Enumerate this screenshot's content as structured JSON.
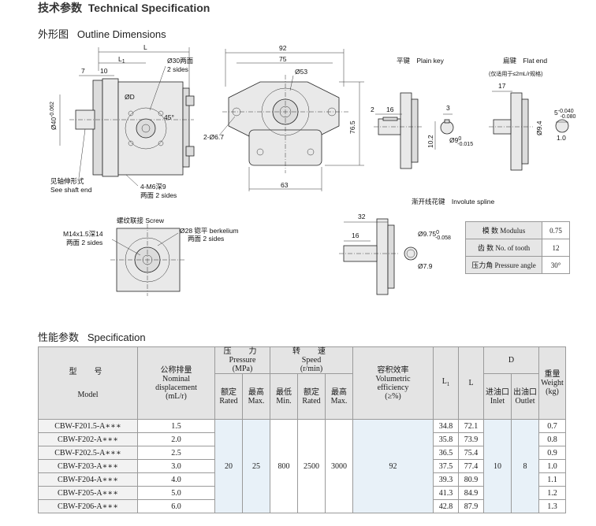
{
  "title": {
    "cn": "技术参数",
    "en": "Technical Specification"
  },
  "outline": {
    "cn": "外形图",
    "en": "Outline Dimensions"
  },
  "spec_heading": {
    "cn": "性能参数",
    "en": "Specification"
  },
  "drawing1": {
    "L": "L",
    "L1": "L",
    "L1_sub": "1",
    "d7": "7",
    "d10": "10",
    "d30": "Ø30两面",
    "d30b": "2 sides",
    "dD": "ØD",
    "a45": "45°",
    "d40": "Ø40",
    "d40tol": "-0.062",
    "shaft_cn": "见轴伸形式",
    "shaft_en": "See shaft end",
    "m6": "4-M6深9",
    "m6b": "两面 2 sides"
  },
  "drawing2": {
    "d92": "92",
    "d75": "75",
    "d53": "Ø53",
    "d67": "2-Ø6.7",
    "d765": "76.5",
    "d63": "63"
  },
  "plain_key": {
    "title_cn": "平键",
    "title_en": "Plain key",
    "d2": "2",
    "d16": "16",
    "d3": "3",
    "d102": "10.2",
    "d9": "Ø9",
    "d9tol_a": "0",
    "d9tol_b": "-0.015"
  },
  "flat_end": {
    "title_cn": "扁键",
    "title_en": "Flat end",
    "note": "(仅适用于≤2mL/r规格)",
    "d17": "17",
    "d5": "5",
    "d5tol_a": "-0.040",
    "d5tol_b": "-0.080",
    "d94": "Ø9.4",
    "d10": "1.0"
  },
  "screw": {
    "title": "螺纹联接 Screw",
    "m14": "M14x1.5深14",
    "m14b": "两面 2 sides",
    "d28": "Ø28 锪平 berkelium",
    "d28b": "两面 2 sides"
  },
  "spline": {
    "title_cn": "渐开线花键",
    "title_en": "Involute spline",
    "d32": "32",
    "d16": "16",
    "d975": "Ø9.75",
    "d975tol_a": "0",
    "d975tol_b": "-0.058",
    "d79": "Ø7.9",
    "table": [
      {
        "label": "模 数 Modulus",
        "value": "0.75"
      },
      {
        "label": "齿 数 No. of tooth",
        "value": "12"
      },
      {
        "label": "压力角 Pressure angle",
        "value": "30°"
      }
    ]
  },
  "spec_table": {
    "headers": {
      "model_cn": "型　号",
      "model_en": "Model",
      "disp_cn": "公称排量",
      "disp_en1": "Nominal",
      "disp_en2": "displacement",
      "disp_en3": "(mL/r)",
      "press_cn": "压　力",
      "press_en": "Pressure",
      "press_unit": "(MPa)",
      "rated_cn": "额定",
      "rated_en": "Rated",
      "max_cn": "最高",
      "max_en": "Max.",
      "speed_cn": "转　速",
      "speed_en": "Speed",
      "speed_unit": "(r/min)",
      "min_cn": "最低",
      "min_en": "Min.",
      "srated_cn": "额定",
      "srated_en": "Rated",
      "smax_cn": "最高",
      "smax_en": "Max.",
      "eff_cn": "容积效率",
      "eff_en1": "Volumetric",
      "eff_en2": "efficiency",
      "eff_en3": "(≥%)",
      "l1": "L",
      "l1_sub": "1",
      "l": "L",
      "d": "D",
      "inlet_cn": "进油口",
      "inlet_en": "Inlet",
      "outlet_cn": "出油口",
      "outlet_en": "Outlet",
      "weight_cn": "重量",
      "weight_en": "Weight",
      "weight_unit": "(kg)"
    },
    "rows": [
      {
        "model": "CBW-F201.5-A∗∗∗",
        "disp": "1.5",
        "l1": "34.8",
        "l": "72.1",
        "weight": "0.7"
      },
      {
        "model": "CBW-F202-A∗∗∗",
        "disp": "2.0",
        "l1": "35.8",
        "l": "73.9",
        "weight": "0.8"
      },
      {
        "model": "CBW-F202.5-A∗∗∗",
        "disp": "2.5",
        "l1": "36.5",
        "l": "75.4",
        "weight": "0.9"
      },
      {
        "model": "CBW-F203-A∗∗∗",
        "disp": "3.0",
        "l1": "37.5",
        "l": "77.4",
        "weight": "1.0"
      },
      {
        "model": "CBW-F204-A∗∗∗",
        "disp": "4.0",
        "l1": "39.3",
        "l": "80.9",
        "weight": "1.1"
      },
      {
        "model": "CBW-F205-A∗∗∗",
        "disp": "5.0",
        "l1": "41.3",
        "l": "84.9",
        "weight": "1.2"
      },
      {
        "model": "CBW-F206-A∗∗∗",
        "disp": "6.0",
        "l1": "42.8",
        "l": "87.9",
        "weight": "1.3"
      }
    ],
    "shared": {
      "rated": "20",
      "max": "25",
      "min_speed": "800",
      "rated_speed": "2500",
      "max_speed": "3000",
      "efficiency": "92",
      "inlet": "10",
      "outlet": "8"
    }
  }
}
